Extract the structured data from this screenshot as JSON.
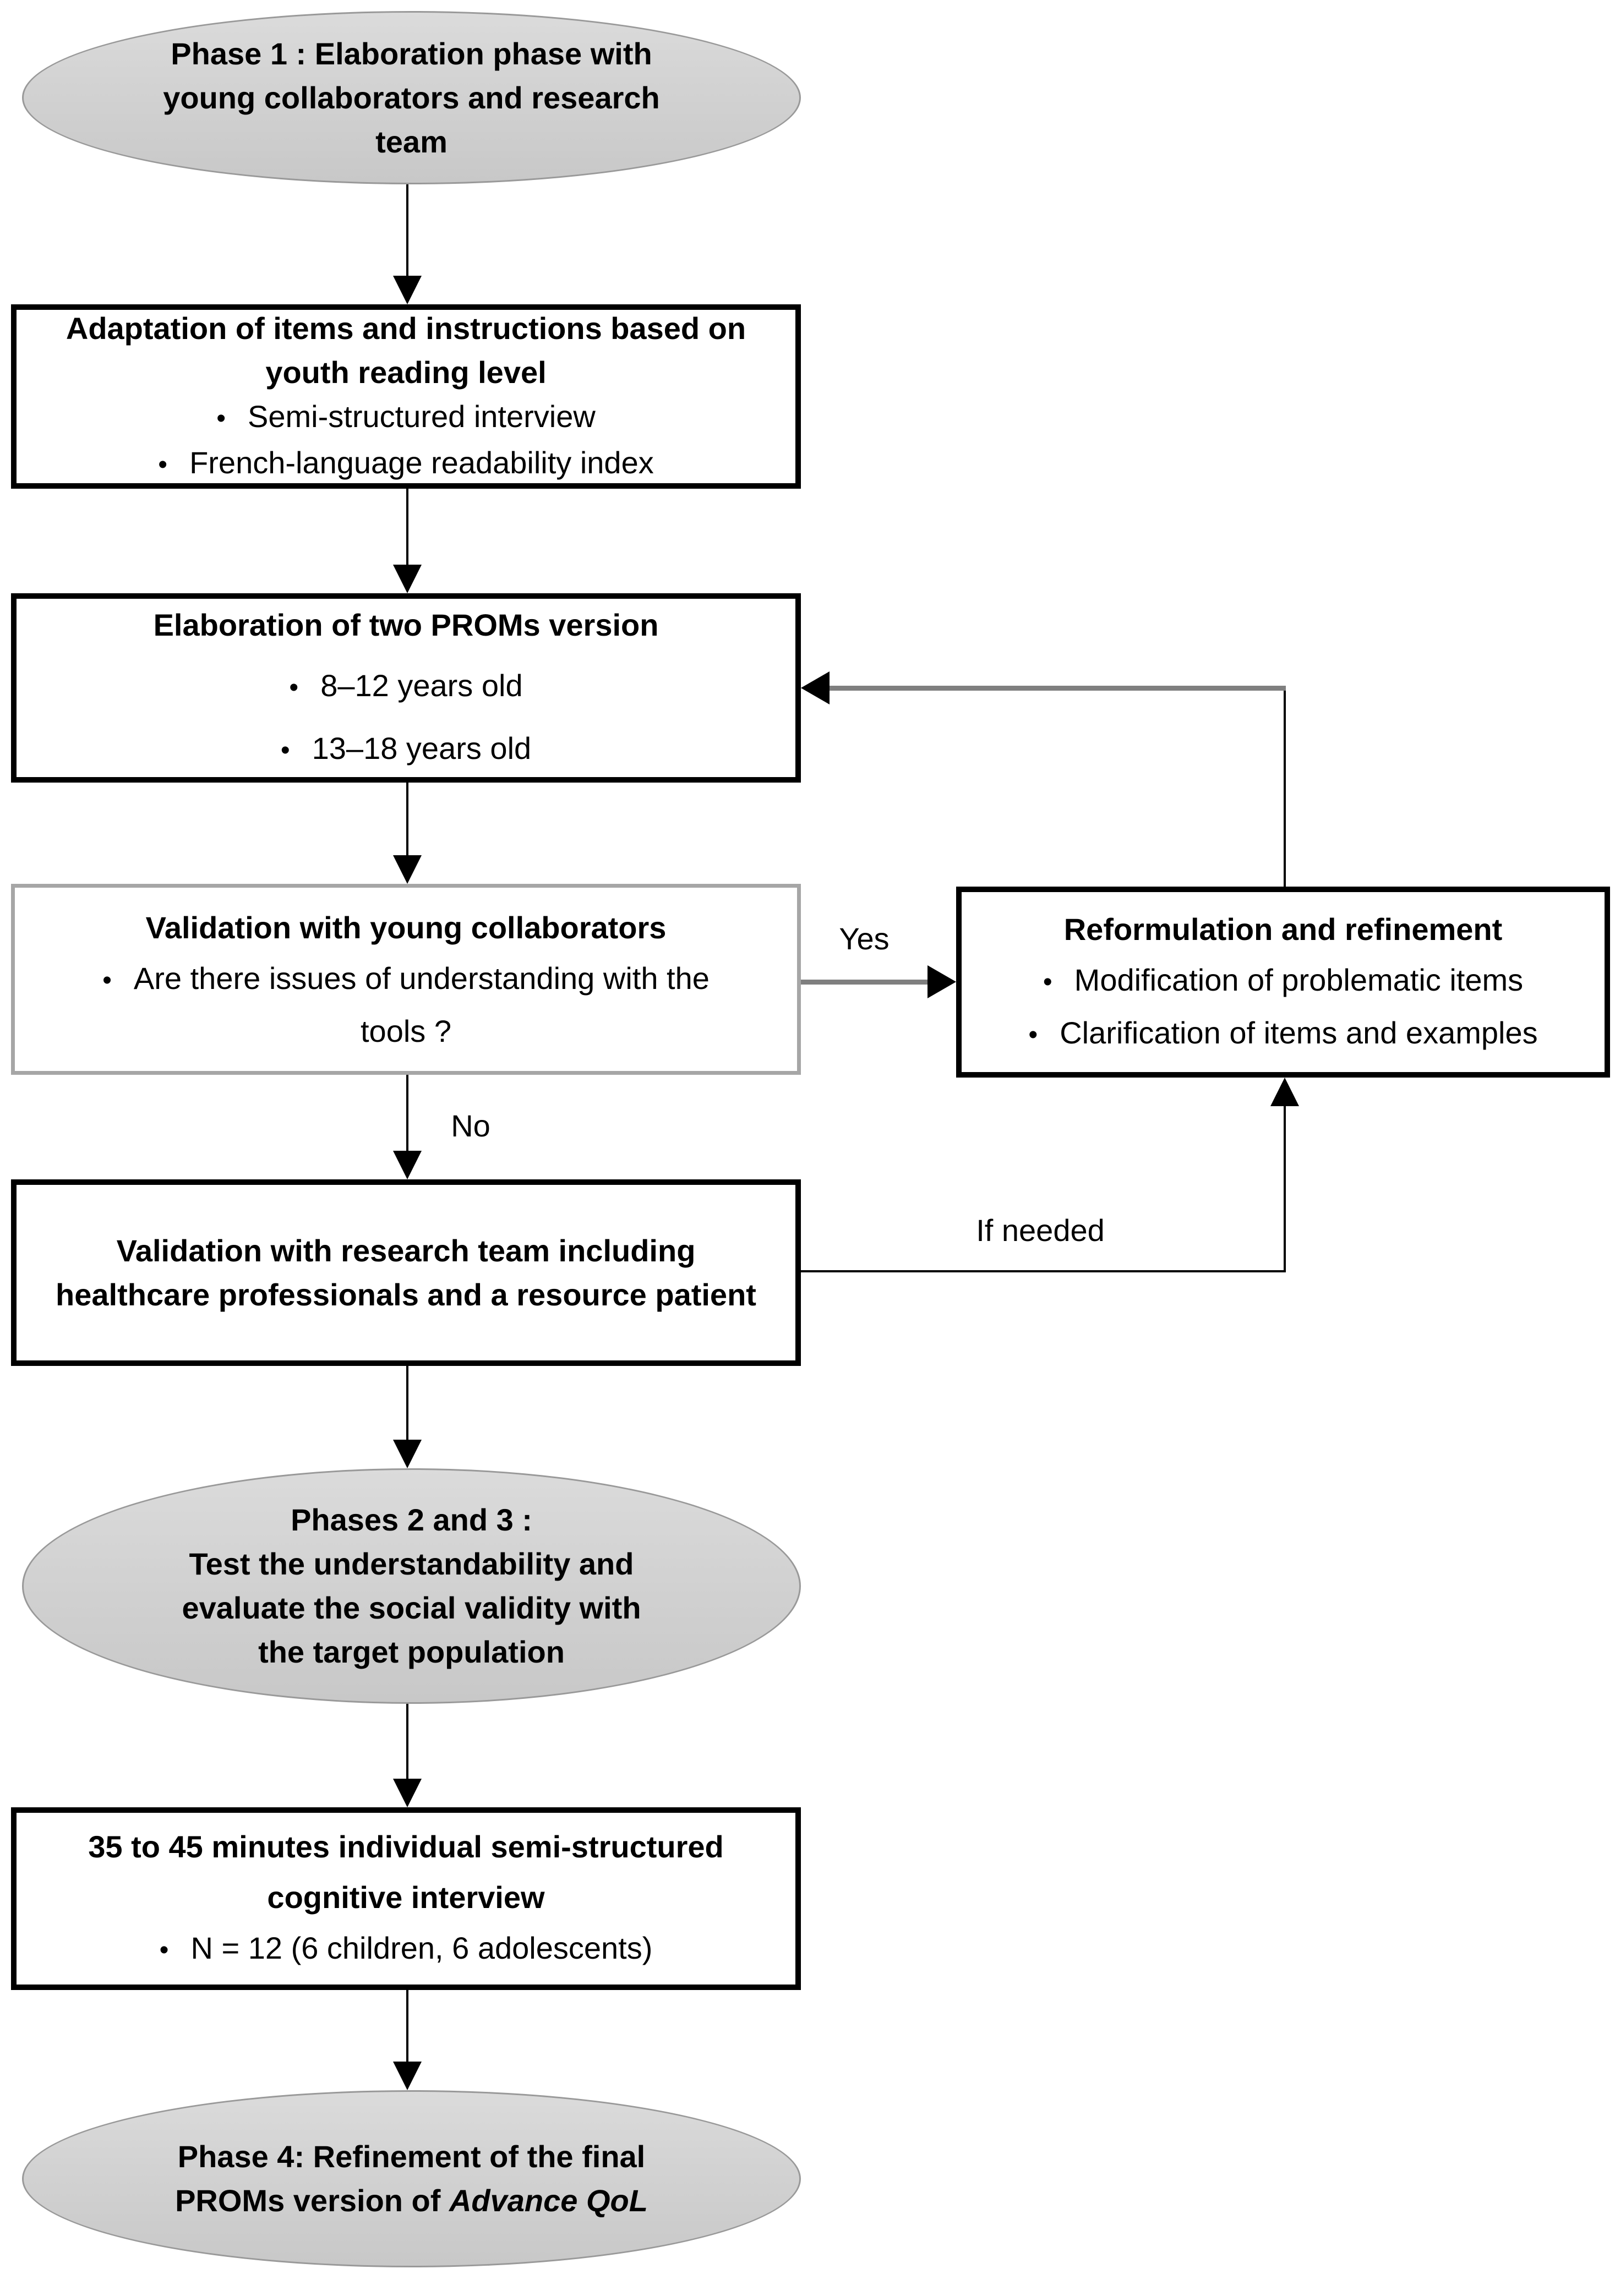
{
  "glyphs": {
    "bullet": "•"
  },
  "colors": {
    "background": "#ffffff",
    "box_border": "#000000",
    "gray_box_border": "#a6a6a6",
    "ellipse_fill": "#d2d2d2",
    "ellipse_border": "#999999",
    "connector_black": "#000000",
    "connector_gray": "#7f7f7f",
    "text": "#000000"
  },
  "nodes": {
    "phase1": {
      "l1": "Phase 1 : Elaboration phase with",
      "l2": "young collaborators and research",
      "l3": "team"
    },
    "adaptation": {
      "title1": "Adaptation of items and instructions based on",
      "title2": "youth reading level",
      "bullet1": "Semi-structured interview",
      "bullet2": "French-language readability index"
    },
    "proms": {
      "title": "Elaboration of two PROMs version",
      "bullet1": "8–12 years old",
      "bullet2": "13–18 years old"
    },
    "validation_young": {
      "title": "Validation with young collaborators",
      "bullet1a": "Are there issues of understanding with the",
      "bullet1b": "tools ?"
    },
    "reformulation": {
      "title": "Reformulation and refinement",
      "bullet1": "Modification of problematic items",
      "bullet2": "Clarification of items and examples"
    },
    "validation_team": {
      "l1": "Validation with research team including",
      "l2": "healthcare professionals and a resource patient"
    },
    "phases23": {
      "l1": "Phases 2 and 3 :",
      "l2": "Test the understandability and",
      "l3": "evaluate the social validity with",
      "l4": "the target population"
    },
    "interview": {
      "title1": "35 to 45 minutes individual semi-structured",
      "title2": "cognitive interview",
      "bullet1": "N = 12 (6 children, 6 adolescents)"
    },
    "phase4": {
      "l1": "Phase 4: Refinement of the final",
      "l2_prefix": "PROMs version of ",
      "l2_italic": "Advance QoL"
    }
  },
  "labels": {
    "yes": "Yes",
    "no": "No",
    "if_needed": "If needed"
  }
}
